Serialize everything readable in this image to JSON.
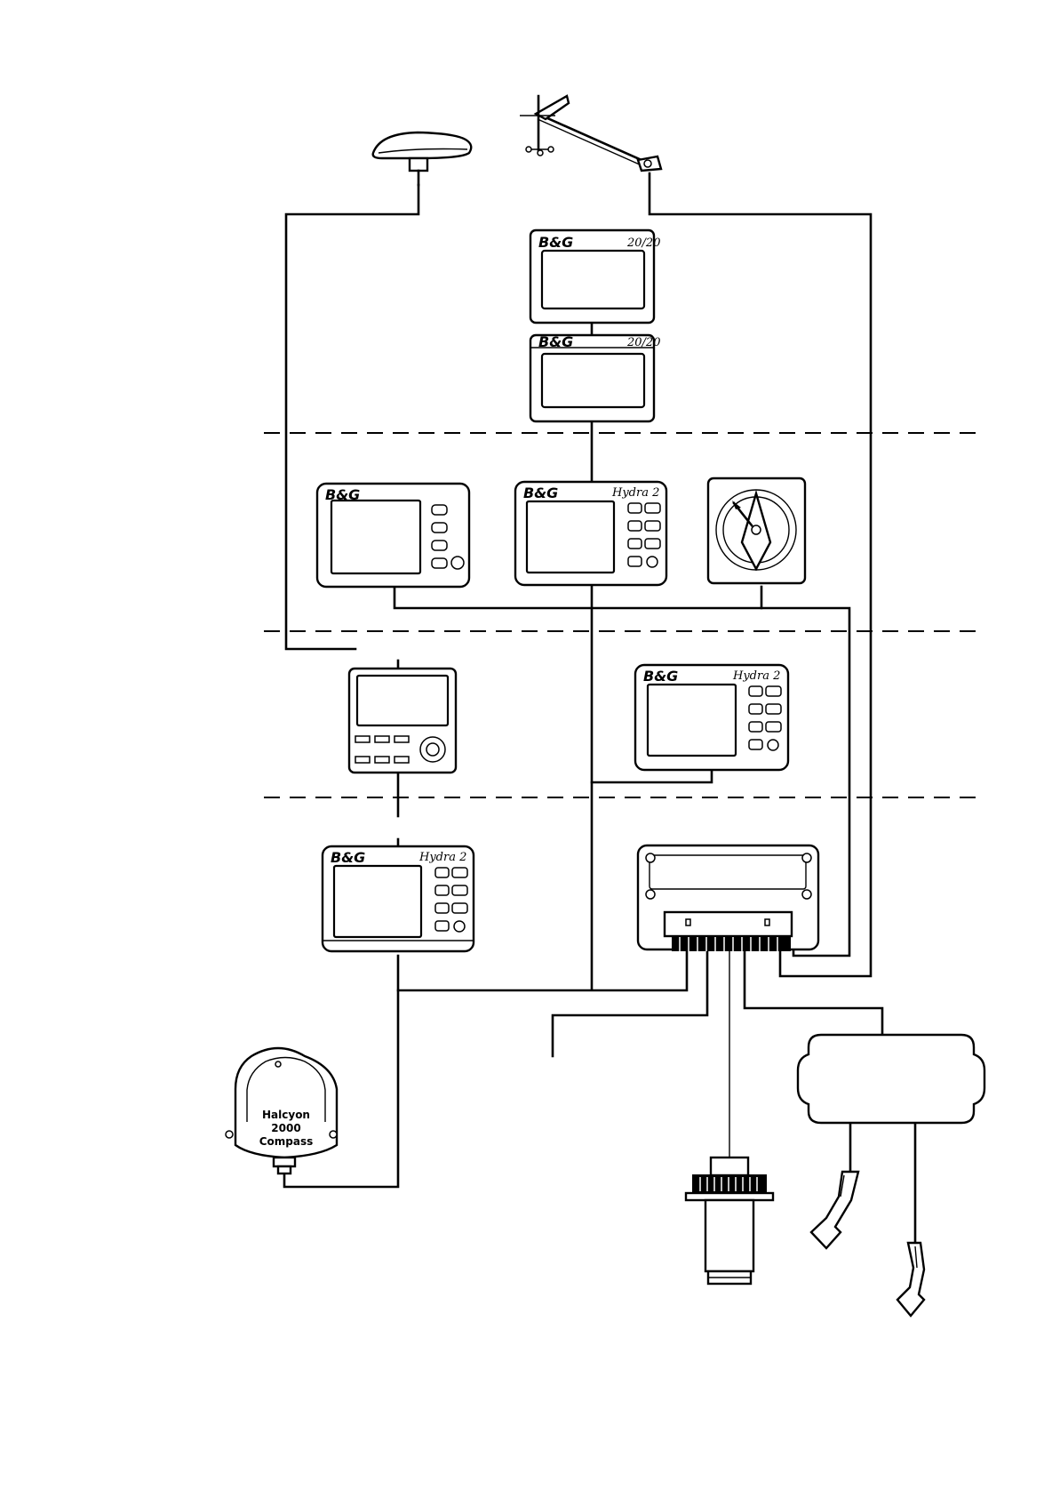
{
  "brand": "B&G",
  "displays": {
    "top_display_model": "20/20",
    "lower_display_model": "20/20",
    "mid_display_model": "Hydra 2",
    "right_display_model": "Hydra 2",
    "bottom_display_model": "Hydra 2"
  },
  "compass": {
    "line1": "Halcyon",
    "line2": "2000",
    "line3": "Compass"
  }
}
